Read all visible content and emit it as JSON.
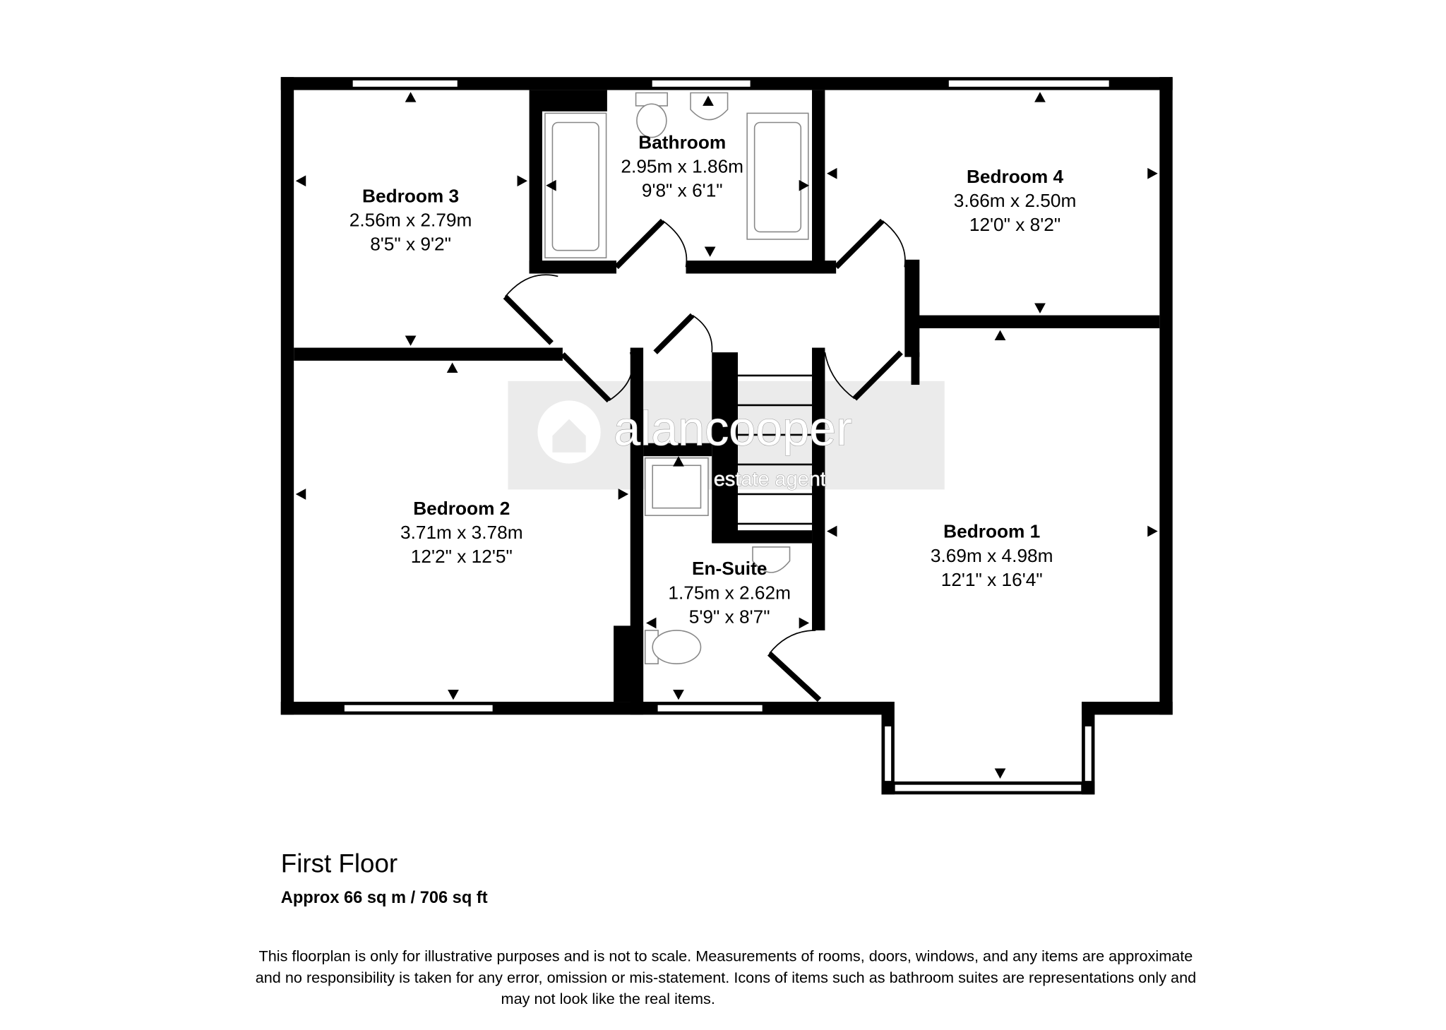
{
  "rooms": {
    "bedroom3": {
      "name": "Bedroom 3",
      "metric": "2.56m x 2.79m",
      "imperial": "8'5\" x 9'2\""
    },
    "bathroom": {
      "name": "Bathroom",
      "metric": "2.95m x 1.86m",
      "imperial": "9'8\" x 6'1\""
    },
    "bedroom4": {
      "name": "Bedroom 4",
      "metric": "3.66m x 2.50m",
      "imperial": "12'0\" x 8'2\""
    },
    "bedroom2": {
      "name": "Bedroom 2",
      "metric": "3.71m x 3.78m",
      "imperial": "12'2\" x 12'5\""
    },
    "bedroom1": {
      "name": "Bedroom 1",
      "metric": "3.69m x 4.98m",
      "imperial": "12'1\" x 16'4\""
    },
    "ensuite": {
      "name": "En-Suite",
      "metric": "1.75m x 2.62m",
      "imperial": "5'9\" x 8'7\""
    }
  },
  "watermark": {
    "brand": "alancooper",
    "tagline": "estate agent",
    "icon": "house-icon"
  },
  "floor": {
    "title": "First Floor",
    "area": "Approx 66 sq m / 706 sq ft"
  },
  "disclaimer": [
    "This floorplan is only for illustrative purposes and is not to scale. Measurements of rooms, doors, windows, and any items are approximate",
    "and no responsibility is taken for any error, omission or mis-statement. Icons of items such as bathroom suites are representations only and",
    "may not look like the real items."
  ]
}
